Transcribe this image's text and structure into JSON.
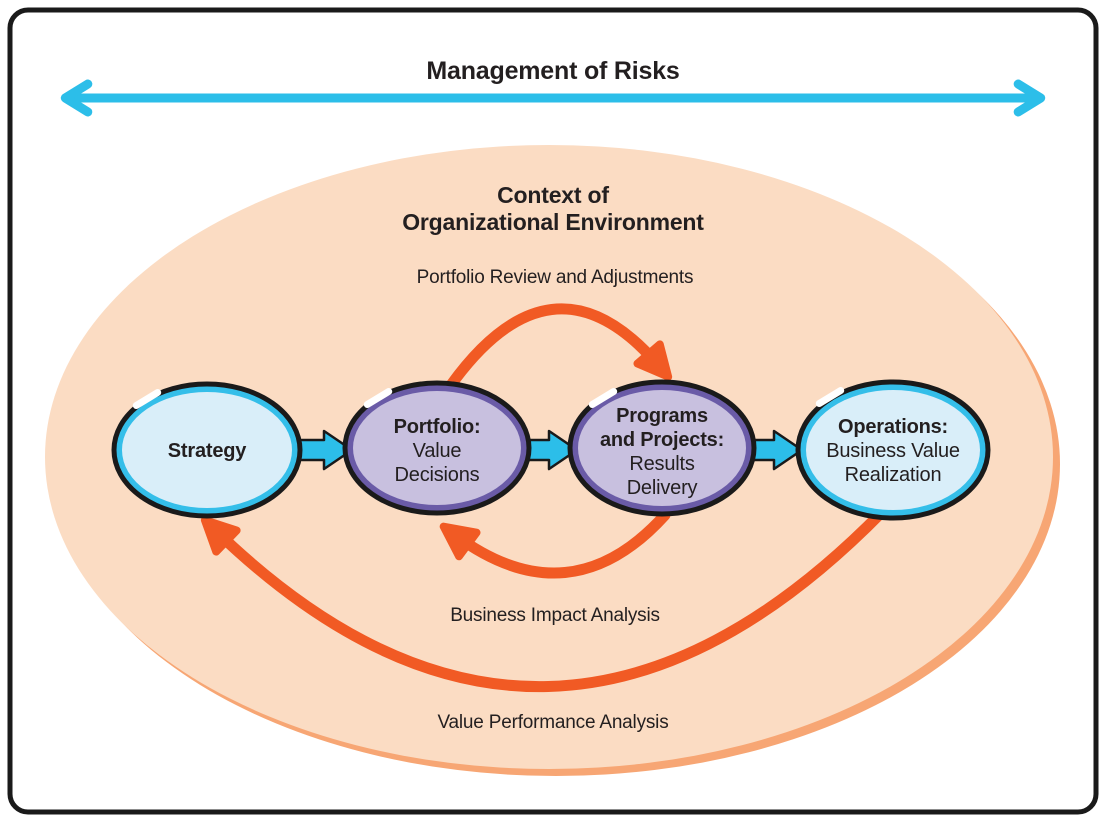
{
  "title": "Management of Risks",
  "context": {
    "title_line1": "Context of",
    "title_line2": "Organizational Environment"
  },
  "flow_labels": {
    "portfolio_review": "Portfolio Review and Adjustments",
    "business_impact": "Business Impact Analysis",
    "value_performance": "Value Performance Analysis"
  },
  "nodes": {
    "strategy": {
      "label": "Strategy"
    },
    "portfolio": {
      "title": "Portfolio:",
      "line1": "Value",
      "line2": "Decisions"
    },
    "programs": {
      "title1": "Programs",
      "title2": "and Projects:",
      "line1": "Results",
      "line2": "Delivery"
    },
    "operations": {
      "title": "Operations:",
      "line1": "Business Value",
      "line2": "Realization"
    }
  },
  "colors": {
    "cyan": "#2CBEE9",
    "orange": "#F15A24",
    "context_fill": "#FBDCC3",
    "context_shadow": "#F7A674",
    "node_blue_fill": "#D9EEF9",
    "node_blue_ring": "#34BEE9",
    "node_purple_fill": "#C8C0DF",
    "node_purple_ring": "#6A5BA7",
    "outline": "#1A1A1A",
    "text": "#231F20",
    "highlight": "#FFFFFF"
  }
}
